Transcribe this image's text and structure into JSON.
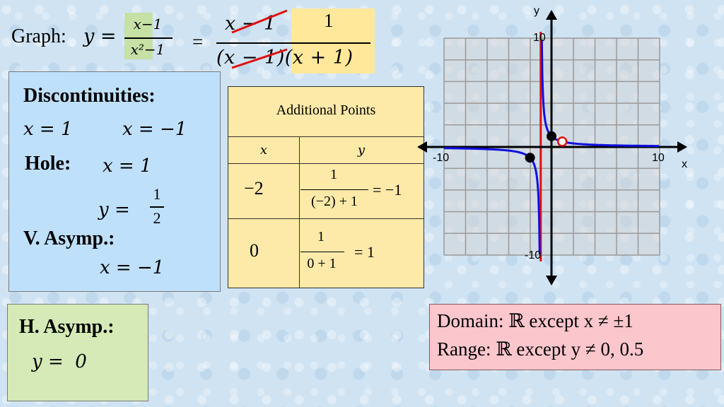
{
  "header": {
    "graph_label": "Graph:",
    "y_equals": "y =",
    "frac1_num": "x−1",
    "frac1_den": "x²−1",
    "equals": "=",
    "frac2_num_crossed": "x − 1",
    "frac2_num_kept": "1",
    "frac2_den": "(x − 1)(x + 1)"
  },
  "discontinuities": {
    "title": "Discontinuities:",
    "x1": "x = 1",
    "x2": "x = −1",
    "hole_label": "Hole:",
    "hole_x": "x = 1",
    "hole_y_prefix": "y =",
    "hole_y_num": "1",
    "hole_y_den": "2",
    "vasym_label": "V. Asymp.:",
    "vasym_value": "x = −1"
  },
  "table": {
    "title": "Additional Points",
    "col_x": "x",
    "col_y": "y",
    "rows": [
      {
        "x": "−2",
        "num": "1",
        "den": "(−2) + 1",
        "result": "= −1"
      },
      {
        "x": "0",
        "num": "1",
        "den": "0 + 1",
        "result": "= 1"
      }
    ]
  },
  "hasym": {
    "label": "H. Asymp.:",
    "value": "y =  0"
  },
  "domain_range": {
    "domain": "Domain: ℝ except x ≠ ±1",
    "range": "Range: ℝ except y ≠ 0, 0.5"
  },
  "graph": {
    "y_axis_label": "y",
    "x_axis_label": "x",
    "tick_y_top": "10",
    "tick_y_bottom": "-10",
    "tick_x_left": "-10",
    "tick_x_right": "10",
    "colors": {
      "curve": "#1010e0",
      "asymptote": "#e01010",
      "grid": "#9a9a9a",
      "axis": "#000000"
    }
  }
}
